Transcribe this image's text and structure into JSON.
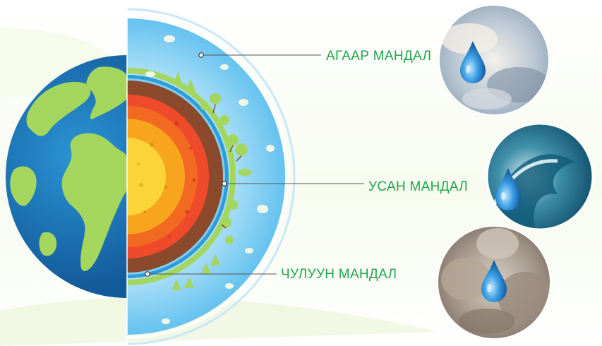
{
  "labels": {
    "atmosphere": "АГААР МАНДАЛ",
    "hydrosphere": "УСАН МАНДАЛ",
    "lithosphere": "ЧУЛУУН МАНДАЛ"
  },
  "colors": {
    "label_green": "#1fa64a",
    "ocean_blue": "#1f7fc4",
    "land_green": "#a4d65e",
    "atmosphere_blue": "#7fcdf2",
    "crust_brown": "#8b4a2b",
    "mantle_red": "#ef4a2a",
    "outer_core_orange": "#f7a51d",
    "inner_core_yellow": "#fbd538",
    "water_drop_blue": "#2a8fd6"
  },
  "icons": [
    "water-drop-icon",
    "cloud-icon",
    "tree-icon"
  ]
}
